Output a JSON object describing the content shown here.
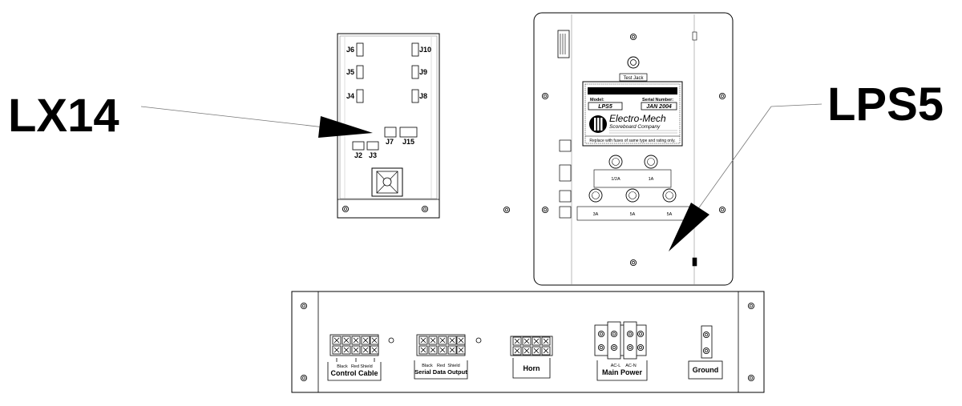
{
  "callouts": {
    "lx14": "LX14",
    "lps5": "LPS5"
  },
  "lx14_board": {
    "jacks": [
      "J6",
      "J10",
      "J5",
      "J9",
      "J4",
      "J8",
      "J7",
      "J15",
      "J2",
      "J3"
    ]
  },
  "lps5_panel": {
    "test_jack": "Test Jack",
    "model_label": "Model:",
    "serial_label": "Serial Number:",
    "model_value": "LPS5",
    "serial_value": "JAN 2004",
    "company_line1": "Electro-Mech",
    "company_line2": "Scoreboard Company",
    "fuse_note": "Replace with fuses of same type and rating only.",
    "fuses_top": [
      "1/2A",
      "1A"
    ],
    "fuses_bottom": [
      "3A",
      "5A",
      "5A"
    ]
  },
  "terminal_panel": {
    "wire_labels": [
      "Black",
      "Red",
      "Shield"
    ],
    "main_power_wires": [
      "AC-L",
      "AC-N"
    ],
    "blocks": [
      "Control Cable",
      "Serial Data Output",
      "Horn",
      "Main Power",
      "Ground"
    ]
  },
  "colors": {
    "line": "#000000",
    "panel_fill": "#ffffff",
    "callout_arrow": "#000000"
  }
}
